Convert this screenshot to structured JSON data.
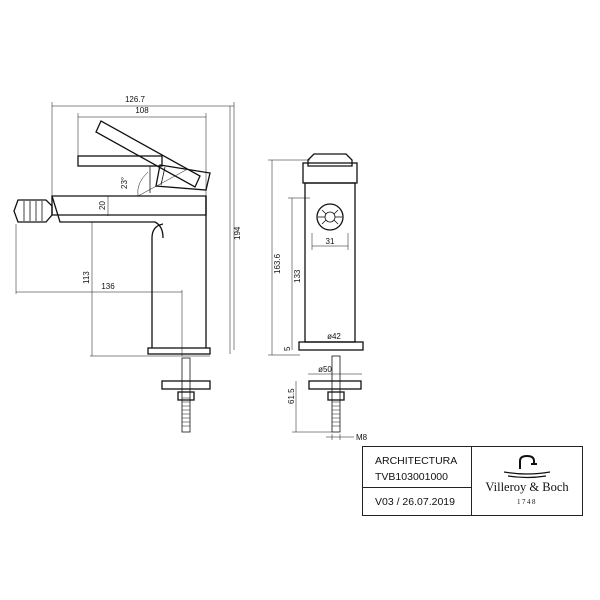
{
  "side_view": {
    "dims": {
      "overall_reach": "126.7",
      "lever_reach": "108",
      "lever_angle": "23°",
      "spout_height_step": "20",
      "total_height": "194",
      "spout_height": "113",
      "spout_reach": "136"
    }
  },
  "front_view": {
    "dims": {
      "total_height": "163.6",
      "body_height": "133",
      "body_width": "31",
      "base_diameter": "ø42",
      "plate_thickness": "5",
      "fixing_diameter": "ø50",
      "rod_length": "61.5",
      "thread": "M8"
    }
  },
  "title_block": {
    "series": "ARCHITECTURA",
    "article_code": "TVB103001000",
    "version": "V03 / 26.07.2019",
    "brand": "Villeroy & Boch",
    "brand_year": "1748"
  }
}
